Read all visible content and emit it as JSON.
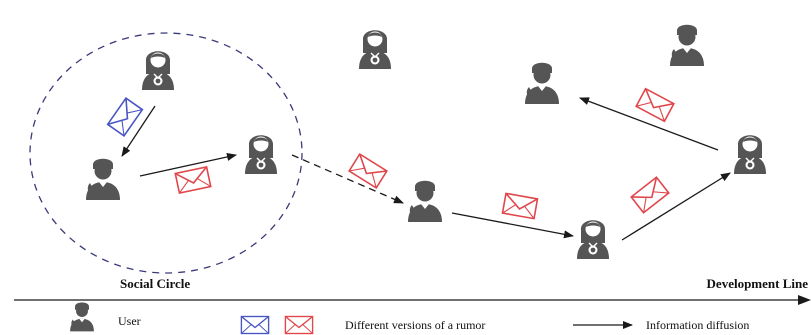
{
  "labels": {
    "social_circle": "Social Circle",
    "development_line": "Development Line"
  },
  "legend": {
    "user": "User",
    "versions": "Different versions of a rumor",
    "diffusion": "Information diffusion"
  },
  "colors": {
    "user_icon": "#555555",
    "envelope_blue": "#4a56c4",
    "envelope_red": "#e0474c",
    "circle_dash": "#3a3a7a",
    "arrow": "#1a1a1a"
  },
  "icons": {
    "user_female": "user-female-icon",
    "user_male": "user-male-icon",
    "envelope": "envelope-icon"
  }
}
